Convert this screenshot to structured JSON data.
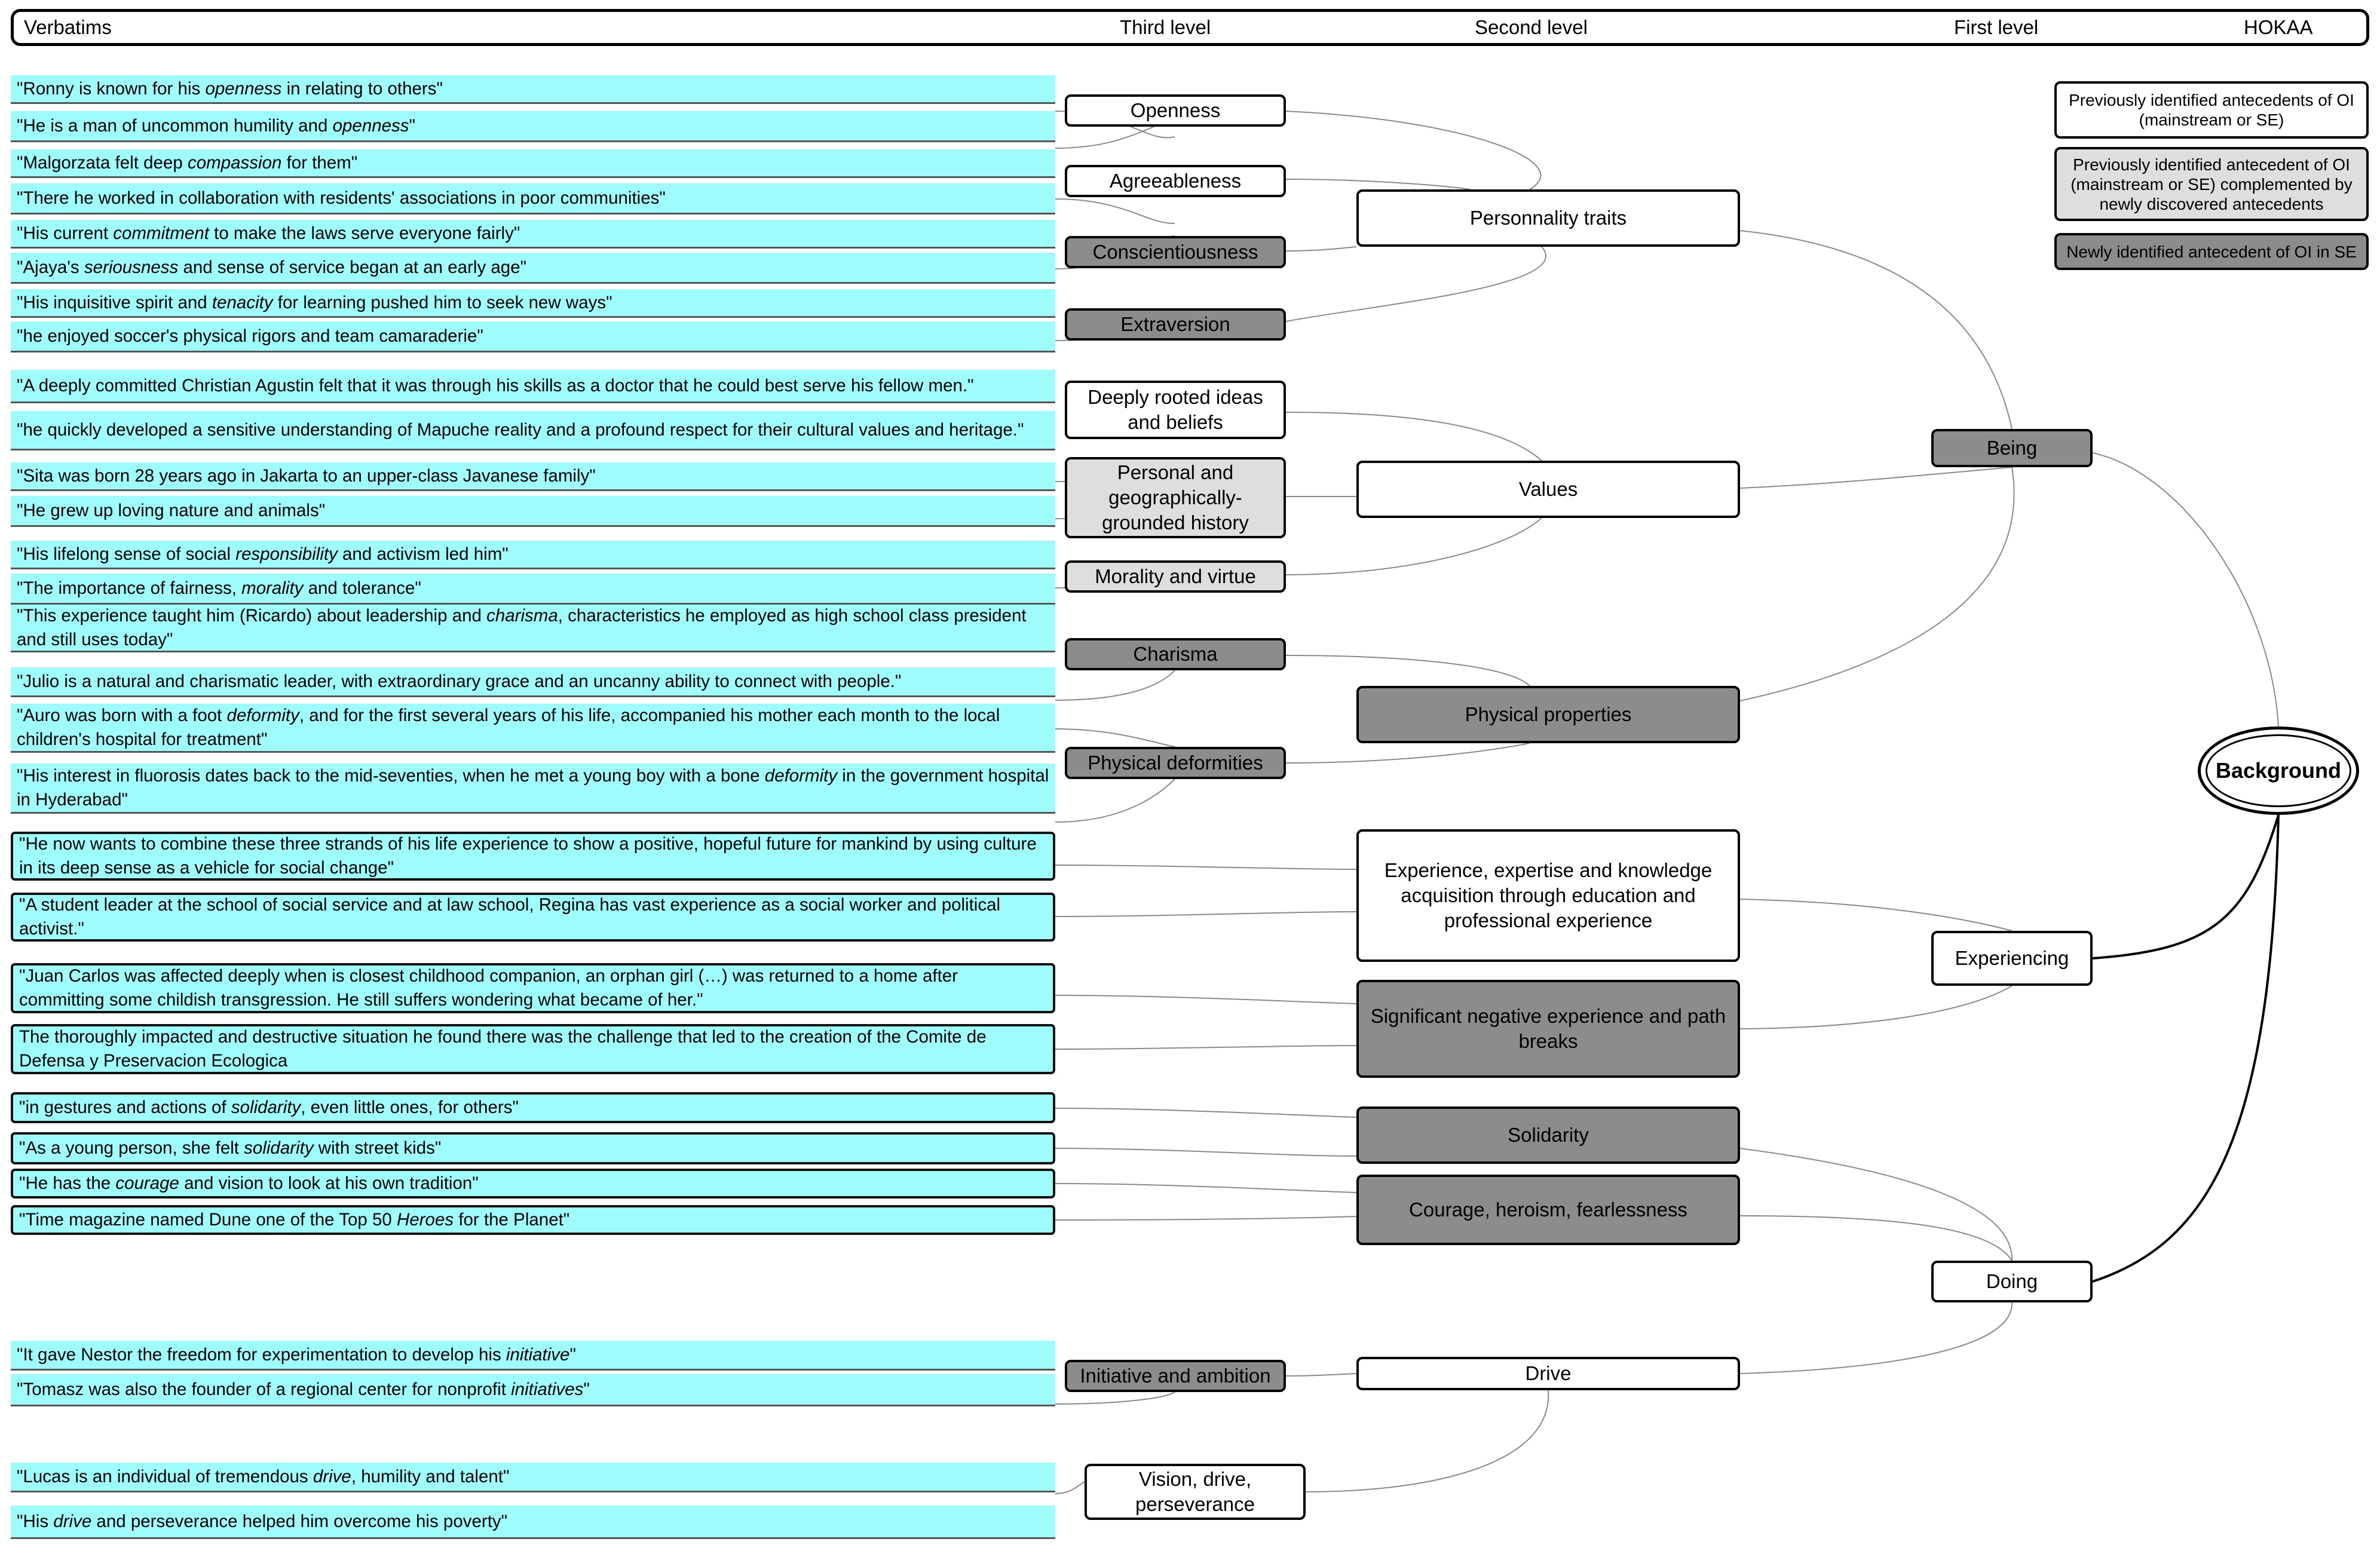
{
  "header": {
    "verbatims": "Verbatims",
    "third_level": "Third level",
    "second_level": "Second level",
    "first_level": "First level",
    "hokaa": "HOKAA"
  },
  "legend": {
    "previously": "Previously identified antecedents of OI (mainstream or SE)",
    "complemented": "Previously identified antecedent of OI (mainstream or SE) complemented by newly discovered antecedents",
    "newly": "Newly identified antecedent of OI in SE"
  },
  "colors": {
    "verbatim_fill": "#9ffcfd",
    "white_node": "#ffffff",
    "light_node": "#dedede",
    "dark_node": "#8c8c8c",
    "connector": "#8a8a8a"
  },
  "verbatims": [
    {
      "parts": [
        [
          "\"Ronny is known for his ",
          false
        ],
        [
          "openness",
          true
        ],
        [
          " in relating to others\"",
          false
        ]
      ]
    },
    {
      "parts": [
        [
          "\"He is a man of uncommon humility and ",
          false
        ],
        [
          "openness",
          true
        ],
        [
          "\"",
          false
        ]
      ]
    },
    {
      "parts": [
        [
          "\"Malgorzata felt deep ",
          false
        ],
        [
          "compassion",
          true
        ],
        [
          " for them\"",
          false
        ]
      ]
    },
    {
      "parts": [
        [
          "\"There he worked in collaboration with residents' associations in poor communities\"",
          false
        ]
      ]
    },
    {
      "parts": [
        [
          "\"His current ",
          false
        ],
        [
          "commitment",
          true
        ],
        [
          " to make the laws serve everyone fairly\"",
          false
        ]
      ]
    },
    {
      "parts": [
        [
          "\"Ajaya's ",
          false
        ],
        [
          "seriousness",
          true
        ],
        [
          " and sense of service began at an early age\"",
          false
        ]
      ]
    },
    {
      "parts": [
        [
          "\"His inquisitive spirit and ",
          false
        ],
        [
          "tenacity",
          true
        ],
        [
          " for learning pushed him to seek new ways\"",
          false
        ]
      ]
    },
    {
      "parts": [
        [
          "\"he enjoyed soccer's physical rigors and team camaraderie\"",
          false
        ]
      ]
    },
    {
      "parts": [
        [
          "\"A deeply committed Christian Agustin felt that it was through his skills as a doctor that he could best serve his fellow men.\"",
          false
        ]
      ]
    },
    {
      "parts": [
        [
          "\"he quickly developed a sensitive understanding of Mapuche reality and a profound respect for their cultural values and heritage.\"",
          false
        ]
      ]
    },
    {
      "parts": [
        [
          "\"Sita was born 28 years ago in Jakarta to an upper-class Javanese family\"",
          false
        ]
      ]
    },
    {
      "parts": [
        [
          "\"He grew up loving nature and animals\"",
          false
        ]
      ]
    },
    {
      "parts": [
        [
          "\"His lifelong sense of social ",
          false
        ],
        [
          "responsibility",
          true
        ],
        [
          " and activism led him\"",
          false
        ]
      ]
    },
    {
      "parts": [
        [
          "\"The importance of fairness, ",
          false
        ],
        [
          "morality",
          true
        ],
        [
          " and tolerance\"",
          false
        ]
      ]
    },
    {
      "parts": [
        [
          "\"This experience taught him (Ricardo) about leadership and ",
          false
        ],
        [
          "charisma",
          true
        ],
        [
          ", characteristics he employed as high school class president and still uses today\"",
          false
        ]
      ]
    },
    {
      "parts": [
        [
          "\"Julio is a natural and charismatic leader, with extraordinary grace and an uncanny ability to connect with people.\"",
          false
        ]
      ]
    },
    {
      "parts": [
        [
          "\"Auro was born with a foot ",
          false
        ],
        [
          "deformity",
          true
        ],
        [
          ", and for the first several years of his life, accompanied his mother each month to the local children's hospital for treatment\"",
          false
        ]
      ]
    },
    {
      "parts": [
        [
          "\"His interest in fluorosis dates back to the mid-seventies, when he met a young boy with a bone ",
          false
        ],
        [
          "deformity",
          true
        ],
        [
          " in the government hospital in Hyderabad\"",
          false
        ]
      ]
    },
    {
      "parts": [
        [
          "\"He now wants to combine these three strands of his life experience to show a positive, hopeful future for mankind by using culture in its deep sense as a vehicle for social change\"",
          false
        ]
      ]
    },
    {
      "parts": [
        [
          "\"A student leader at the school of social service and at law school, Regina has vast experience as a social worker and political activist.\"",
          false
        ]
      ]
    },
    {
      "parts": [
        [
          "\"Juan Carlos was affected deeply when is closest childhood companion, an orphan girl (…) was returned to a home after committing some childish transgression. He still suffers wondering what became of her.\"",
          false
        ]
      ]
    },
    {
      "parts": [
        [
          "The thoroughly impacted and destructive situation he found there was the challenge that led to the creation of the Comite de Defensa y Preservacion Ecologica",
          false
        ]
      ]
    },
    {
      "parts": [
        [
          "\"in gestures and actions of ",
          false
        ],
        [
          "solidarity",
          true
        ],
        [
          ", even little ones, for others\"",
          false
        ]
      ]
    },
    {
      "parts": [
        [
          "\"As a young person, she felt ",
          false
        ],
        [
          "solidarity",
          true
        ],
        [
          " with street kids\"",
          false
        ]
      ]
    },
    {
      "parts": [
        [
          "\"He has the ",
          false
        ],
        [
          "courage",
          true
        ],
        [
          " and vision to look at his own tradition\"",
          false
        ]
      ]
    },
    {
      "parts": [
        [
          "\"Time magazine named Dune one of the Top 50 ",
          false
        ],
        [
          "Heroes",
          true
        ],
        [
          " for the Planet\"",
          false
        ]
      ]
    },
    {
      "parts": [
        [
          "\"It gave Nestor the freedom for experimentation to develop his ",
          false
        ],
        [
          "initiative",
          true
        ],
        [
          "\"",
          false
        ]
      ]
    },
    {
      "parts": [
        [
          "\"Tomasz was also the founder of a regional center for nonprofit ",
          false
        ],
        [
          "initiatives",
          true
        ],
        [
          "\"",
          false
        ]
      ]
    },
    {
      "parts": [
        [
          "\"Lucas is an individual of tremendous ",
          false
        ],
        [
          "drive",
          true
        ],
        [
          ", humility and talent\"",
          false
        ]
      ]
    },
    {
      "parts": [
        [
          "\"His ",
          false
        ],
        [
          "drive",
          true
        ],
        [
          " and perseverance helped him overcome his poverty\"",
          false
        ]
      ]
    }
  ],
  "third_level": [
    {
      "label": "Openness",
      "kind": "white"
    },
    {
      "label": "Agreeableness",
      "kind": "white"
    },
    {
      "label": "Conscientiousness",
      "kind": "dark"
    },
    {
      "label": "Extraversion",
      "kind": "dark"
    },
    {
      "label": "Deeply rooted ideas and beliefs",
      "kind": "white"
    },
    {
      "label": "Personal and geographically-grounded history",
      "kind": "light"
    },
    {
      "label": "Morality and virtue",
      "kind": "light"
    },
    {
      "label": "Charisma",
      "kind": "dark"
    },
    {
      "label": "Physical deformities",
      "kind": "dark"
    },
    {
      "label": "Initiative and ambition",
      "kind": "dark"
    },
    {
      "label": "Vision, drive, perseverance",
      "kind": "white"
    }
  ],
  "second_level": [
    {
      "label": "Personnality traits",
      "kind": "white"
    },
    {
      "label": "Values",
      "kind": "white"
    },
    {
      "label": "Physical properties",
      "kind": "dark"
    },
    {
      "label": "Experience, expertise and knowledge acquisition through education and professional experience",
      "kind": "white"
    },
    {
      "label": "Significant negative experience and path breaks",
      "kind": "dark"
    },
    {
      "label": "Solidarity",
      "kind": "dark"
    },
    {
      "label": "Courage, heroism, fearlessness",
      "kind": "dark"
    },
    {
      "label": "Drive",
      "kind": "white"
    }
  ],
  "first_level": [
    {
      "label": "Being",
      "kind": "dark"
    },
    {
      "label": "Experiencing",
      "kind": "white"
    },
    {
      "label": "Doing",
      "kind": "white"
    }
  ],
  "hokaa": {
    "label": "Background"
  }
}
